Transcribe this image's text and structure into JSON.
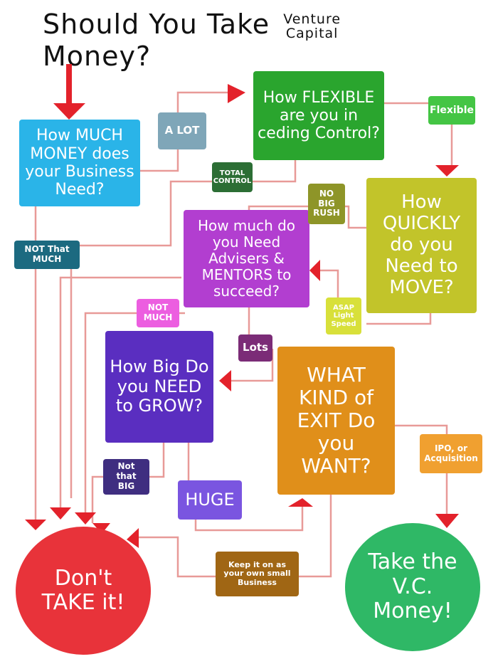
{
  "title": {
    "part1": "Should You Take",
    "part2a": "Venture",
    "part2b": "Capital",
    "part3": "Money?"
  },
  "questions": {
    "money": "How MUCH MONEY does your Business Need?",
    "flexible": "How FLEXIBLE are you in ceding Control?",
    "quickly": "How QUICKLY do you Need to MOVE?",
    "mentors": "How much do you Need Advisers & MENTORS to succeed?",
    "grow": "How Big Do you NEED to GROW?",
    "exit": "WHAT KIND of EXIT Do you WANT?"
  },
  "answers": {
    "a_lot": "A LOT",
    "not_that_much": "NOT That MUCH",
    "flexible": "Flexible",
    "total_control": "TOTAL CONTROL",
    "no_big_rush": "NO BIG RUSH",
    "asap": "ASAP Light Speed",
    "not_much": "NOT MUCH",
    "lots": "Lots",
    "not_that_big": "Not that BIG",
    "huge": "HUGE",
    "ipo": "IPO, or Acquisition",
    "keep": "Keep it on as your own small Business"
  },
  "outcomes": {
    "dont": "Don't TAKE it!",
    "take": "Take the V.C. Money!"
  },
  "colors": {
    "line": "#e89a98",
    "arrow": "#e3222b"
  }
}
